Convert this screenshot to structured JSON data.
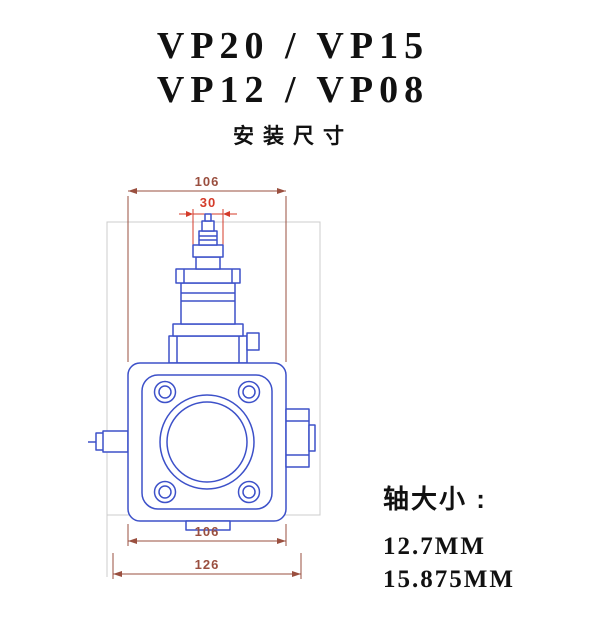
{
  "title": {
    "line1": "VP20 / VP15",
    "line2": "VP12 / VP08",
    "subtitle": "安装尺寸"
  },
  "drawing": {
    "dim_top_width": "106",
    "dim_screw_width": "30",
    "dim_bottom_width": "106",
    "dim_overall_width": "126"
  },
  "shaft_info": {
    "label": "轴大小 :",
    "sizes": [
      "12.7MM",
      "15.875MM"
    ]
  },
  "colors": {
    "drawing-line": "#3d51c9",
    "dimension-line": "#9a4f3f",
    "dimension-accent": "#d43b2a",
    "frame-line": "#cccccc",
    "text": "#111111"
  }
}
